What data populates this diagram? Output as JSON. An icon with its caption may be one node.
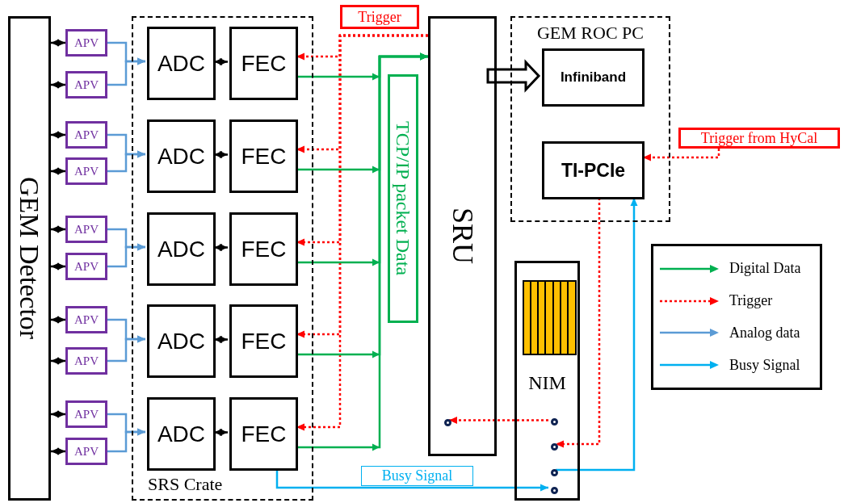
{
  "diagram": {
    "nodes": [
      {
        "text": [
          "GEM Detector"
        ]
      },
      {
        "text": [
          "APV"
        ]
      },
      {
        "text": [
          "APV"
        ]
      },
      {
        "text": [
          "APV"
        ]
      },
      {
        "text": [
          "APV"
        ]
      },
      {
        "text": [
          "APV"
        ]
      },
      {
        "text": [
          "APV"
        ]
      },
      {
        "text": [
          "APV"
        ]
      },
      {
        "text": [
          "APV"
        ]
      },
      {
        "text": [
          "APV"
        ]
      },
      {
        "text": [
          "APV"
        ]
      },
      {
        "text": [
          "SRS Crate"
        ]
      },
      {
        "text": [
          "ADC"
        ],
        "in": 11
      },
      {
        "text": [
          "FEC"
        ],
        "in": 11
      },
      {
        "text": [
          "ADC"
        ],
        "in": 11
      },
      {
        "text": [
          "FEC"
        ],
        "in": 11
      },
      {
        "text": [
          "ADC"
        ],
        "in": 11
      },
      {
        "text": [
          "FEC"
        ],
        "in": 11
      },
      {
        "text": [
          "ADC"
        ],
        "in": 11
      },
      {
        "text": [
          "FEC"
        ],
        "in": 11
      },
      {
        "text": [
          "ADC"
        ],
        "in": 11
      },
      {
        "text": [
          "FEC"
        ],
        "in": 11
      },
      {
        "text": [
          "Trigger"
        ]
      },
      {
        "text": [
          "TCP/IP packet Data"
        ]
      },
      {
        "text": [
          "SRU"
        ]
      },
      {
        "text": [],
        "shape": "circle",
        "in": 24
      },
      {
        "text": [
          "GEM ROC PC"
        ]
      },
      {
        "text": [
          "Infiniband"
        ],
        "in": 26
      },
      {
        "text": [
          "TI-PCIe"
        ],
        "in": 26
      },
      {
        "text": [
          "Trigger from HyCal"
        ]
      },
      {
        "text": [
          "NIM"
        ]
      },
      {
        "text": [],
        "shape": "circle",
        "in": 30
      },
      {
        "text": [],
        "shape": "circle",
        "in": 30
      },
      {
        "text": [],
        "shape": "circle",
        "in": 30
      },
      {
        "text": [],
        "shape": "circle",
        "in": 30
      },
      {
        "text": [
          "Busy Signal"
        ]
      }
    ],
    "edges": [
      {
        "from": 0,
        "to": 1,
        "arrow": "both"
      },
      {
        "from": 0,
        "to": 2,
        "arrow": "both"
      },
      {
        "from": 0,
        "to": 3,
        "arrow": "both"
      },
      {
        "from": 0,
        "to": 4,
        "arrow": "both"
      },
      {
        "from": 0,
        "to": 5,
        "arrow": "both"
      },
      {
        "from": 0,
        "to": 6,
        "arrow": "both"
      },
      {
        "from": 0,
        "to": 7,
        "arrow": "both"
      },
      {
        "from": 0,
        "to": 8,
        "arrow": "both"
      },
      {
        "from": 0,
        "to": 9,
        "arrow": "both"
      },
      {
        "from": 0,
        "to": 10,
        "arrow": "both"
      },
      {
        "from": 1,
        "to": 12,
        "arrow": "to",
        "color": "#5b9bd5"
      },
      {
        "from": 2,
        "to": 12,
        "arrow": "to",
        "color": "#5b9bd5"
      },
      {
        "from": 3,
        "to": 14,
        "arrow": "to",
        "color": "#5b9bd5"
      },
      {
        "from": 4,
        "to": 14,
        "arrow": "to",
        "color": "#5b9bd5"
      },
      {
        "from": 5,
        "to": 16,
        "arrow": "to",
        "color": "#5b9bd5"
      },
      {
        "from": 6,
        "to": 16,
        "arrow": "to",
        "color": "#5b9bd5"
      },
      {
        "from": 7,
        "to": 18,
        "arrow": "to",
        "color": "#5b9bd5"
      },
      {
        "from": 8,
        "to": 18,
        "arrow": "to",
        "color": "#5b9bd5"
      },
      {
        "from": 9,
        "to": 20,
        "arrow": "to",
        "color": "#5b9bd5"
      },
      {
        "from": 10,
        "to": 20,
        "arrow": "to",
        "color": "#5b9bd5"
      },
      {
        "from": 12,
        "to": 13,
        "arrow": "both"
      },
      {
        "from": 14,
        "to": 15,
        "arrow": "both"
      },
      {
        "from": 16,
        "to": 17,
        "arrow": "both"
      },
      {
        "from": 18,
        "to": 19,
        "arrow": "both"
      },
      {
        "from": 20,
        "to": 21,
        "arrow": "both"
      },
      {
        "from": 24,
        "to": 13,
        "arrow": "to",
        "style": "dashed",
        "color": "#ff0000"
      },
      {
        "from": 24,
        "to": 15,
        "arrow": "to",
        "style": "dashed",
        "color": "#ff0000"
      },
      {
        "from": 24,
        "to": 17,
        "arrow": "to",
        "style": "dashed",
        "color": "#ff0000"
      },
      {
        "from": 24,
        "to": 19,
        "arrow": "to",
        "style": "dashed",
        "color": "#ff0000"
      },
      {
        "from": 24,
        "to": 21,
        "arrow": "to",
        "style": "dashed",
        "color": "#ff0000"
      },
      {
        "from": 13,
        "to": 24,
        "arrow": "to",
        "color": "#00b050"
      },
      {
        "from": 15,
        "to": 24,
        "arrow": "to",
        "color": "#00b050"
      },
      {
        "from": 17,
        "to": 24,
        "arrow": "to",
        "color": "#00b050"
      },
      {
        "from": 19,
        "to": 24,
        "arrow": "to",
        "color": "#00b050"
      },
      {
        "from": 21,
        "to": 24,
        "arrow": "to",
        "color": "#00b050"
      },
      {
        "from": 24,
        "to": 27,
        "arrow": "to",
        "style": "thick"
      },
      {
        "from": 31,
        "to": 25,
        "arrow": "to",
        "style": "dashed",
        "color": "#ff0000"
      },
      {
        "from": 28,
        "to": 32,
        "arrow": "to",
        "style": "dashed",
        "color": "#ff0000"
      },
      {
        "from": 29,
        "to": 28,
        "arrow": "to",
        "style": "dashed",
        "color": "#ff0000"
      },
      {
        "from": 33,
        "to": 28,
        "arrow": "to",
        "color": "#00b0f0"
      },
      {
        "from": 21,
        "to": 34,
        "arrow": "to",
        "color": "#00b0f0"
      }
    ],
    "legend": [
      {
        "text": "Digital Data"
      },
      {
        "text": "Trigger"
      },
      {
        "text": "Analog data"
      },
      {
        "text": "Busy Signal"
      }
    ]
  }
}
